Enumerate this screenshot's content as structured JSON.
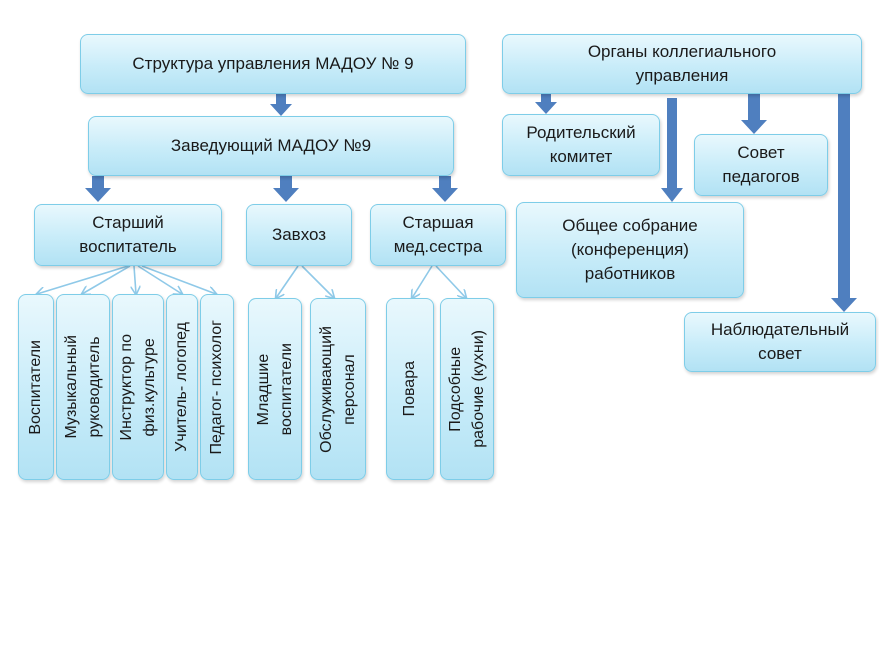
{
  "colors": {
    "box_fill": "#c8ecf9",
    "box_border": "#7ecde8",
    "arrow_block": "#4f7fbf",
    "connector": "#8fc9e8"
  },
  "management": {
    "title": "Структура управления МАДОУ № 9",
    "head": "Заведующий МАДОУ №9",
    "senior_educator": "Старший\nвоспитатель",
    "supply_manager": "Завхоз",
    "head_nurse": "Старшая\nмед.сестра"
  },
  "staff": {
    "educators": "Воспитатели",
    "music_director": "Музыкальный\nруководитель",
    "pe_instructor": "Инструктор по\nфиз.культуре",
    "speech_therapist": "Учитель- логопед",
    "psychologist": "Педагог- психолог",
    "junior_educators": "Младшие\nвоспитатели",
    "service_staff": "Обслуживающий\nперсонал",
    "cooks": "Повара",
    "kitchen_workers": "Подсобные\nрабочие (кухни)"
  },
  "collegial": {
    "title": "Органы коллегиального\nуправления",
    "parent_committee": "Родительский\nкомитет",
    "teachers_council": "Совет\nпедагогов",
    "general_meeting": "Общее собрание\n(конференция)\nработников",
    "supervisory_board": "Наблюдательный\nсовет"
  }
}
